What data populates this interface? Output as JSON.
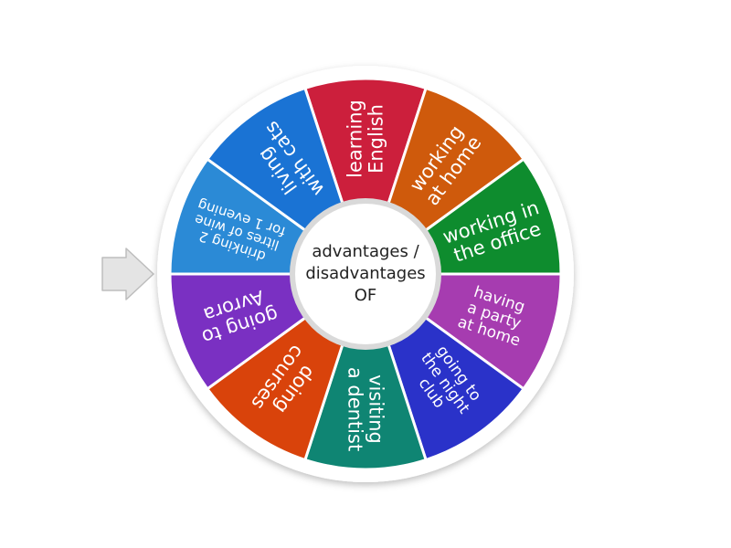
{
  "wheel": {
    "center_label": [
      "advantages /",
      "disadvantages",
      "OF"
    ],
    "segments": [
      {
        "lines": [
          "learning",
          "English"
        ],
        "color": "#cc1f3c"
      },
      {
        "lines": [
          "working",
          "at home"
        ],
        "color": "#cf5a0c"
      },
      {
        "lines": [
          "working in",
          "the office"
        ],
        "color": "#0e8c2e"
      },
      {
        "lines": [
          "having",
          "a party",
          "at home"
        ],
        "color": "#a63cb0"
      },
      {
        "lines": [
          "going to",
          "the night",
          "club"
        ],
        "color": "#2a32c9"
      },
      {
        "lines": [
          "visiting",
          "a dentist"
        ],
        "color": "#0f8573"
      },
      {
        "lines": [
          "doing",
          "courses"
        ],
        "color": "#d9430b"
      },
      {
        "lines": [
          "going to",
          "Avrora"
        ],
        "color": "#7a30c2"
      },
      {
        "lines": [
          "drinking 2",
          "litres of wine",
          "for 1 evening"
        ],
        "color": "#2b8ad6"
      },
      {
        "lines": [
          "living",
          "with cats"
        ],
        "color": "#1a73d4"
      }
    ],
    "rim_color": "#ffffff",
    "pointer": {
      "icon": "arrow-right-icon",
      "color": "#e0e0e0"
    }
  }
}
